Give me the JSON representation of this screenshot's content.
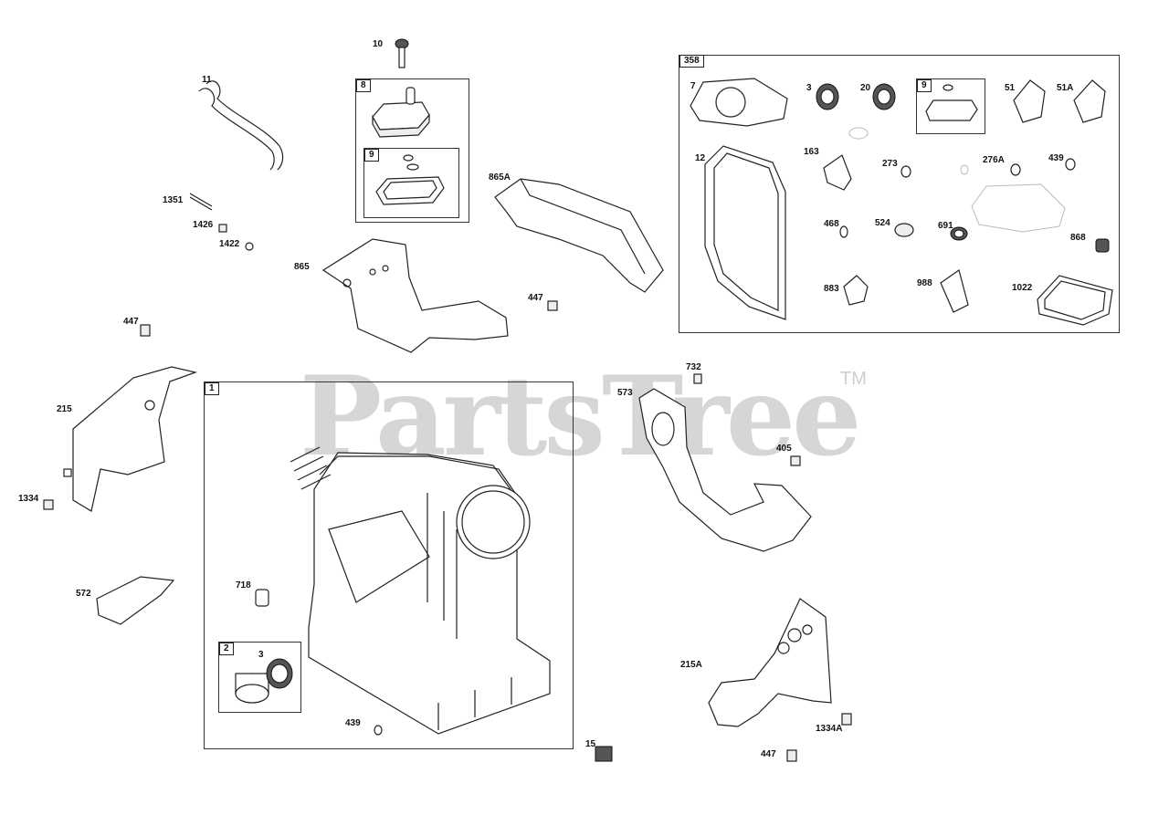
{
  "watermark": {
    "brand": "PartsTree",
    "trademark": "TM"
  },
  "kits": {
    "k358": "358",
    "k8": "8",
    "k9a": "9",
    "k9b": "9",
    "k1": "1",
    "k2": "2"
  },
  "callouts": {
    "c10": "10",
    "c11": "11",
    "c8": "8",
    "c9": "9",
    "c1351": "1351",
    "c1426": "1426",
    "c1422": "1422",
    "c865A": "865A",
    "c865": "865",
    "c447a": "447",
    "c447b": "447",
    "c447c": "447",
    "c215": "215",
    "c1334": "1334",
    "c572": "572",
    "c718": "718",
    "c3b": "3",
    "c439b": "439",
    "c15": "15",
    "c732": "732",
    "c573": "573",
    "c405": "405",
    "c215A": "215A",
    "c1334A": "1334A",
    "c7": "7",
    "c3": "3",
    "c20": "20",
    "c51": "51",
    "c51A": "51A",
    "c12": "12",
    "c163": "163",
    "c273": "273",
    "c276A": "276A",
    "c439": "439",
    "c468": "468",
    "c524": "524",
    "c691": "691",
    "c868": "868",
    "c883": "883",
    "c988": "988",
    "c1022": "1022"
  }
}
